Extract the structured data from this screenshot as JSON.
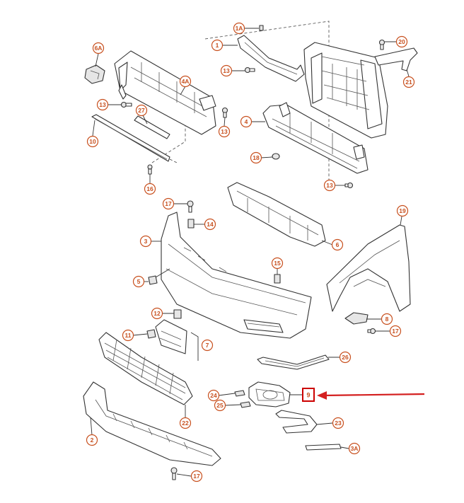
{
  "callouts": [
    {
      "id": "1A",
      "label": "1A"
    },
    {
      "id": "1",
      "label": "1"
    },
    {
      "id": "13a",
      "label": "13"
    },
    {
      "id": "6A",
      "label": "6A"
    },
    {
      "id": "4A",
      "label": "4A"
    },
    {
      "id": "13b",
      "label": "13"
    },
    {
      "id": "27",
      "label": "27"
    },
    {
      "id": "13c",
      "label": "13"
    },
    {
      "id": "10",
      "label": "10"
    },
    {
      "id": "16",
      "label": "16"
    },
    {
      "id": "20",
      "label": "20"
    },
    {
      "id": "21",
      "label": "21"
    },
    {
      "id": "4",
      "label": "4"
    },
    {
      "id": "18",
      "label": "18"
    },
    {
      "id": "13d",
      "label": "13"
    },
    {
      "id": "17a",
      "label": "17"
    },
    {
      "id": "14",
      "label": "14"
    },
    {
      "id": "3",
      "label": "3"
    },
    {
      "id": "6",
      "label": "6"
    },
    {
      "id": "19",
      "label": "19"
    },
    {
      "id": "15",
      "label": "15"
    },
    {
      "id": "5",
      "label": "5"
    },
    {
      "id": "12",
      "label": "12"
    },
    {
      "id": "11",
      "label": "11"
    },
    {
      "id": "7",
      "label": "7"
    },
    {
      "id": "8",
      "label": "8"
    },
    {
      "id": "17b",
      "label": "17"
    },
    {
      "id": "26",
      "label": "26"
    },
    {
      "id": "24",
      "label": "24"
    },
    {
      "id": "25",
      "label": "25"
    },
    {
      "id": "9",
      "label": "9"
    },
    {
      "id": "23",
      "label": "23"
    },
    {
      "id": "22",
      "label": "22"
    },
    {
      "id": "2",
      "label": "2"
    },
    {
      "id": "3A",
      "label": "3A"
    },
    {
      "id": "17c",
      "label": "17"
    }
  ],
  "highlight": {
    "target_callout": "9",
    "box_color": "#cc0000",
    "arrow_color": "#d42020"
  },
  "colors": {
    "callout": "#c8501e",
    "line": "#333333"
  }
}
